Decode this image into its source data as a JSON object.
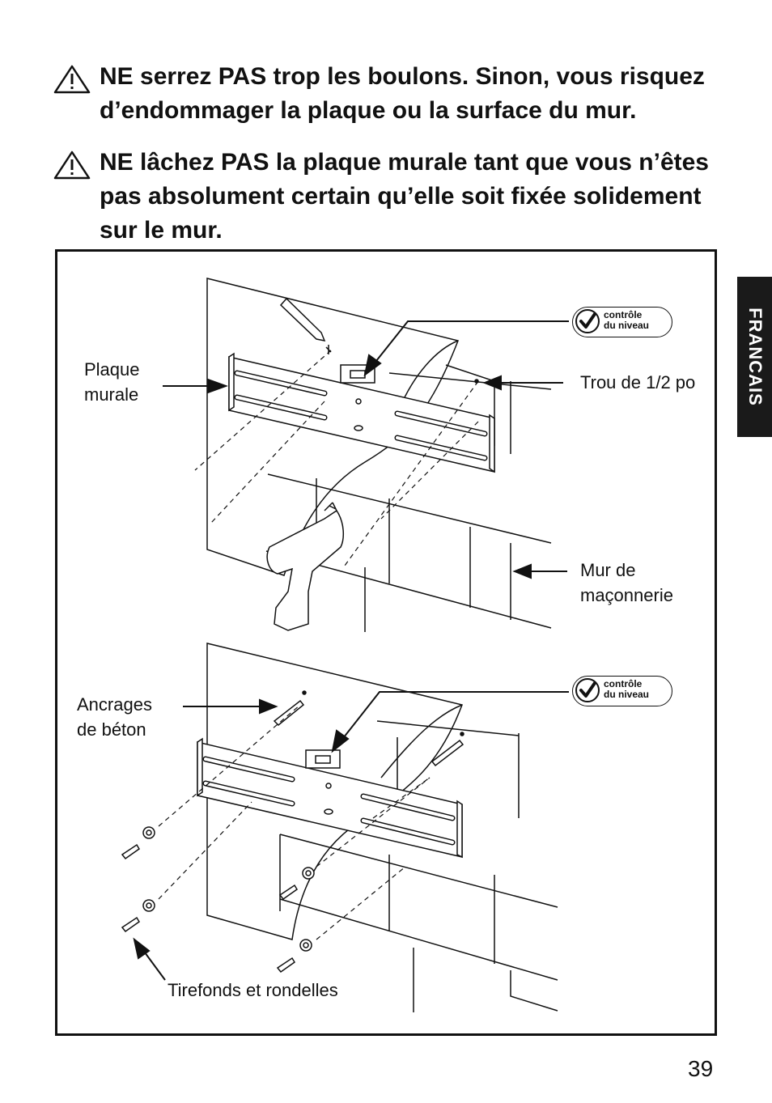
{
  "warnings": [
    {
      "text": "NE serrez PAS trop les boulons. Sinon, vous risquez d’endommager la plaque ou la surface du mur.",
      "icon": "warning-triangle-icon"
    },
    {
      "text": "NE lâchez PAS la plaque murale tant que vous n’êtes pas absolument certain qu’elle soit fixée solidement sur le mur.",
      "icon": "warning-triangle-icon"
    }
  ],
  "language_tab": "FRANCAIS",
  "figure": {
    "top": {
      "labels": {
        "wall_plate": "Plaque\nmurale",
        "hole": "Trou de 1/2 po",
        "masonry_wall": "Mur de\nmaçonnerie"
      },
      "level_badge": "contrôle\ndu niveau"
    },
    "bottom": {
      "labels": {
        "anchors": "Ancrages\nde béton",
        "lag_bolts": "Tirefonds et rondelles"
      },
      "level_badge": "contrôle\ndu niveau"
    }
  },
  "page_number": "39"
}
